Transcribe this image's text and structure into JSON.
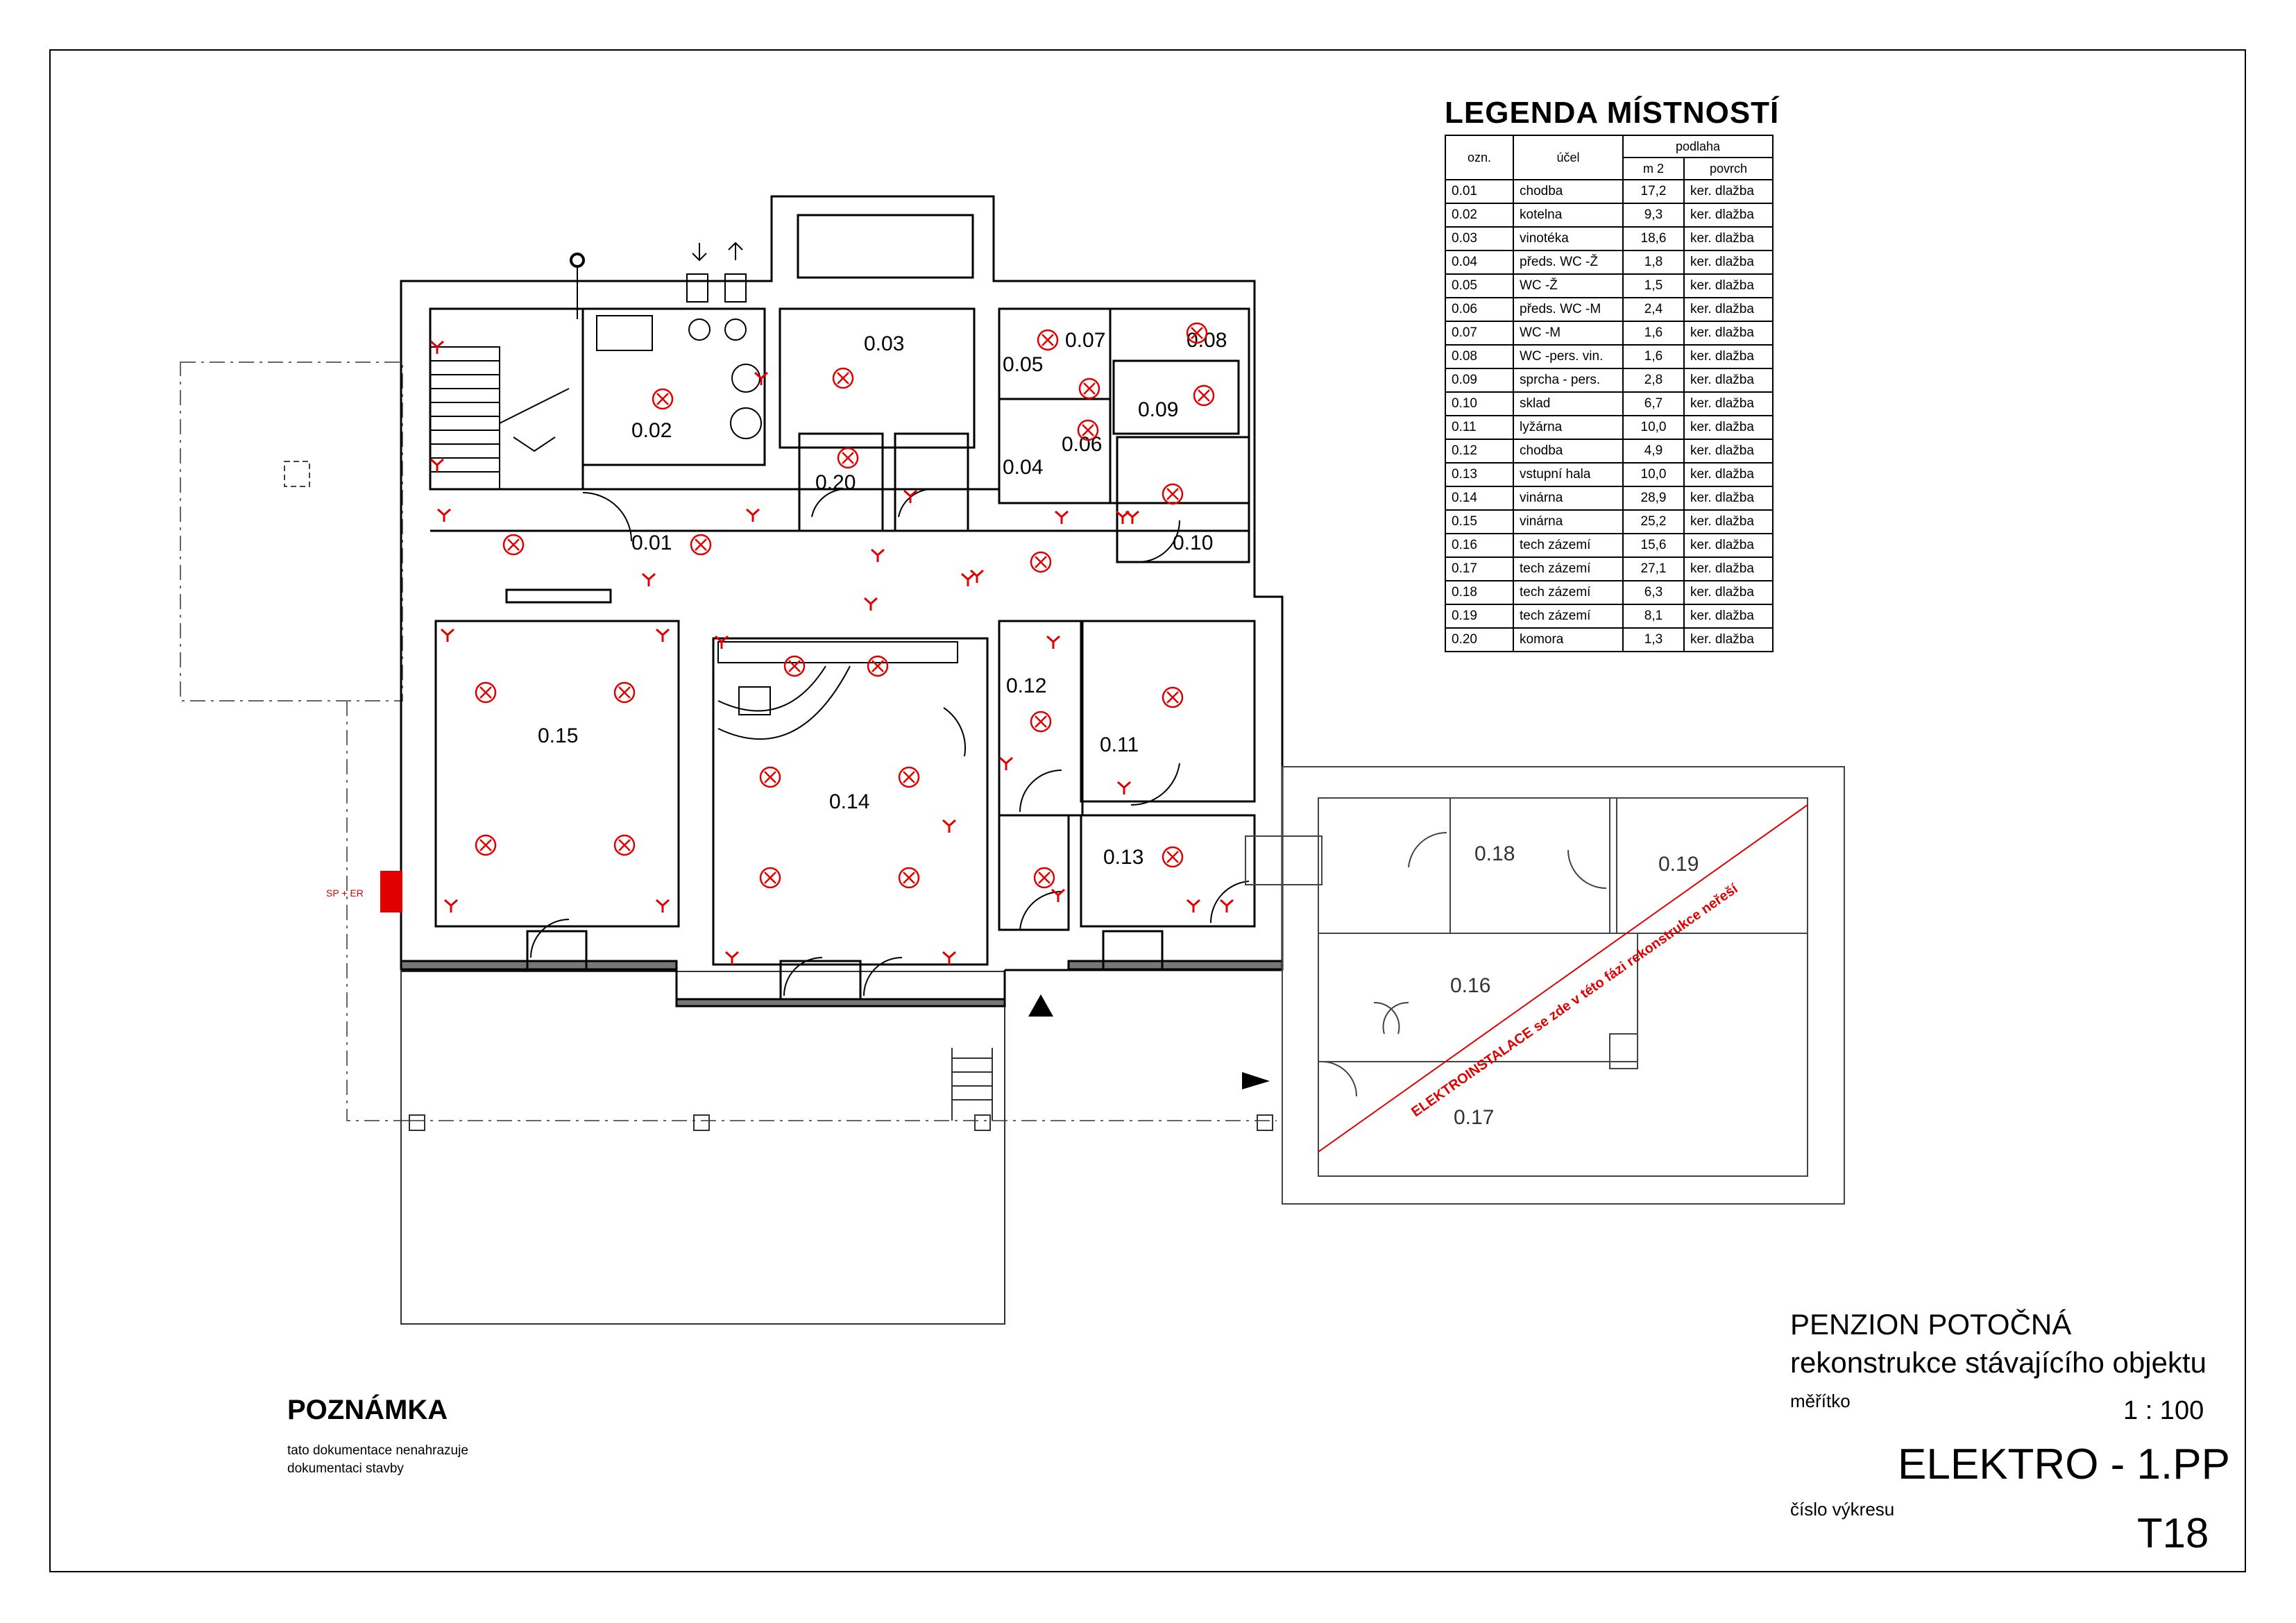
{
  "legend": {
    "title": "LEGENDA MÍSTNOSTÍ",
    "headers": {
      "ozn": "ozn.",
      "ucel": "účel",
      "podlaha": "podlaha",
      "m2": "m 2",
      "povrch": "povrch"
    },
    "rows": [
      {
        "ozn": "0.01",
        "ucel": "chodba",
        "m2": "17,2",
        "povrch": "ker. dlažba"
      },
      {
        "ozn": "0.02",
        "ucel": "kotelna",
        "m2": "9,3",
        "povrch": "ker. dlažba"
      },
      {
        "ozn": "0.03",
        "ucel": "vinotéka",
        "m2": "18,6",
        "povrch": "ker. dlažba"
      },
      {
        "ozn": "0.04",
        "ucel": "předs. WC -Ž",
        "m2": "1,8",
        "povrch": "ker. dlažba"
      },
      {
        "ozn": "0.05",
        "ucel": "WC -Ž",
        "m2": "1,5",
        "povrch": "ker. dlažba"
      },
      {
        "ozn": "0.06",
        "ucel": "předs. WC -M",
        "m2": "2,4",
        "povrch": "ker. dlažba"
      },
      {
        "ozn": "0.07",
        "ucel": "WC -M",
        "m2": "1,6",
        "povrch": "ker. dlažba"
      },
      {
        "ozn": "0.08",
        "ucel": "WC -pers. vin.",
        "m2": "1,6",
        "povrch": "ker. dlažba"
      },
      {
        "ozn": "0.09",
        "ucel": "sprcha - pers.",
        "m2": "2,8",
        "povrch": "ker. dlažba"
      },
      {
        "ozn": "0.10",
        "ucel": "sklad",
        "m2": "6,7",
        "povrch": "ker. dlažba"
      },
      {
        "ozn": "0.11",
        "ucel": "lyžárna",
        "m2": "10,0",
        "povrch": "ker. dlažba"
      },
      {
        "ozn": "0.12",
        "ucel": "chodba",
        "m2": "4,9",
        "povrch": "ker. dlažba"
      },
      {
        "ozn": "0.13",
        "ucel": "vstupní hala",
        "m2": "10,0",
        "povrch": "ker. dlažba"
      },
      {
        "ozn": "0.14",
        "ucel": "vinárna",
        "m2": "28,9",
        "povrch": "ker. dlažba"
      },
      {
        "ozn": "0.15",
        "ucel": "vinárna",
        "m2": "25,2",
        "povrch": "ker. dlažba"
      },
      {
        "ozn": "0.16",
        "ucel": "tech zázemí",
        "m2": "15,6",
        "povrch": "ker. dlažba"
      },
      {
        "ozn": "0.17",
        "ucel": "tech zázemí",
        "m2": "27,1",
        "povrch": "ker. dlažba"
      },
      {
        "ozn": "0.18",
        "ucel": "tech zázemí",
        "m2": "6,3",
        "povrch": "ker. dlažba"
      },
      {
        "ozn": "0.19",
        "ucel": "tech zázemí",
        "m2": "8,1",
        "povrch": "ker. dlažba"
      },
      {
        "ozn": "0.20",
        "ucel": "komora",
        "m2": "1,3",
        "povrch": "ker. dlažba"
      }
    ]
  },
  "rooms": {
    "r001": "0.01",
    "r002": "0.02",
    "r003": "0.03",
    "r004": "0.04",
    "r005": "0.05",
    "r006": "0.06",
    "r007": "0.07",
    "r008": "0.08",
    "r009": "0.09",
    "r010": "0.10",
    "r011": "0.11",
    "r012": "0.12",
    "r013": "0.13",
    "r014": "0.14",
    "r015": "0.15",
    "r016": "0.16",
    "r017": "0.17",
    "r018": "0.18",
    "r019": "0.19",
    "r020": "0.20"
  },
  "annotations": {
    "elektro_note": "ELEKTROINSTALACE se zde v této fázi rekonstrukce neřeší",
    "sp_er": "SP + ER"
  },
  "note": {
    "title": "POZNÁMKA",
    "line1": "tato dokumentace nenahrazuje",
    "line2": "dokumentaci stavby"
  },
  "title_block": {
    "project": "PENZION POTOČNÁ",
    "subtitle": "rekonstrukce stávajícího objektu",
    "scale_label": "měřítko",
    "scale": "1 : 100",
    "drawing": "ELEKTRO - 1.PP",
    "number_label": "číslo výkresu",
    "number": "T18"
  },
  "colors": {
    "symbols": "#e00000",
    "lines": "#000000",
    "dashed": "#666666"
  }
}
